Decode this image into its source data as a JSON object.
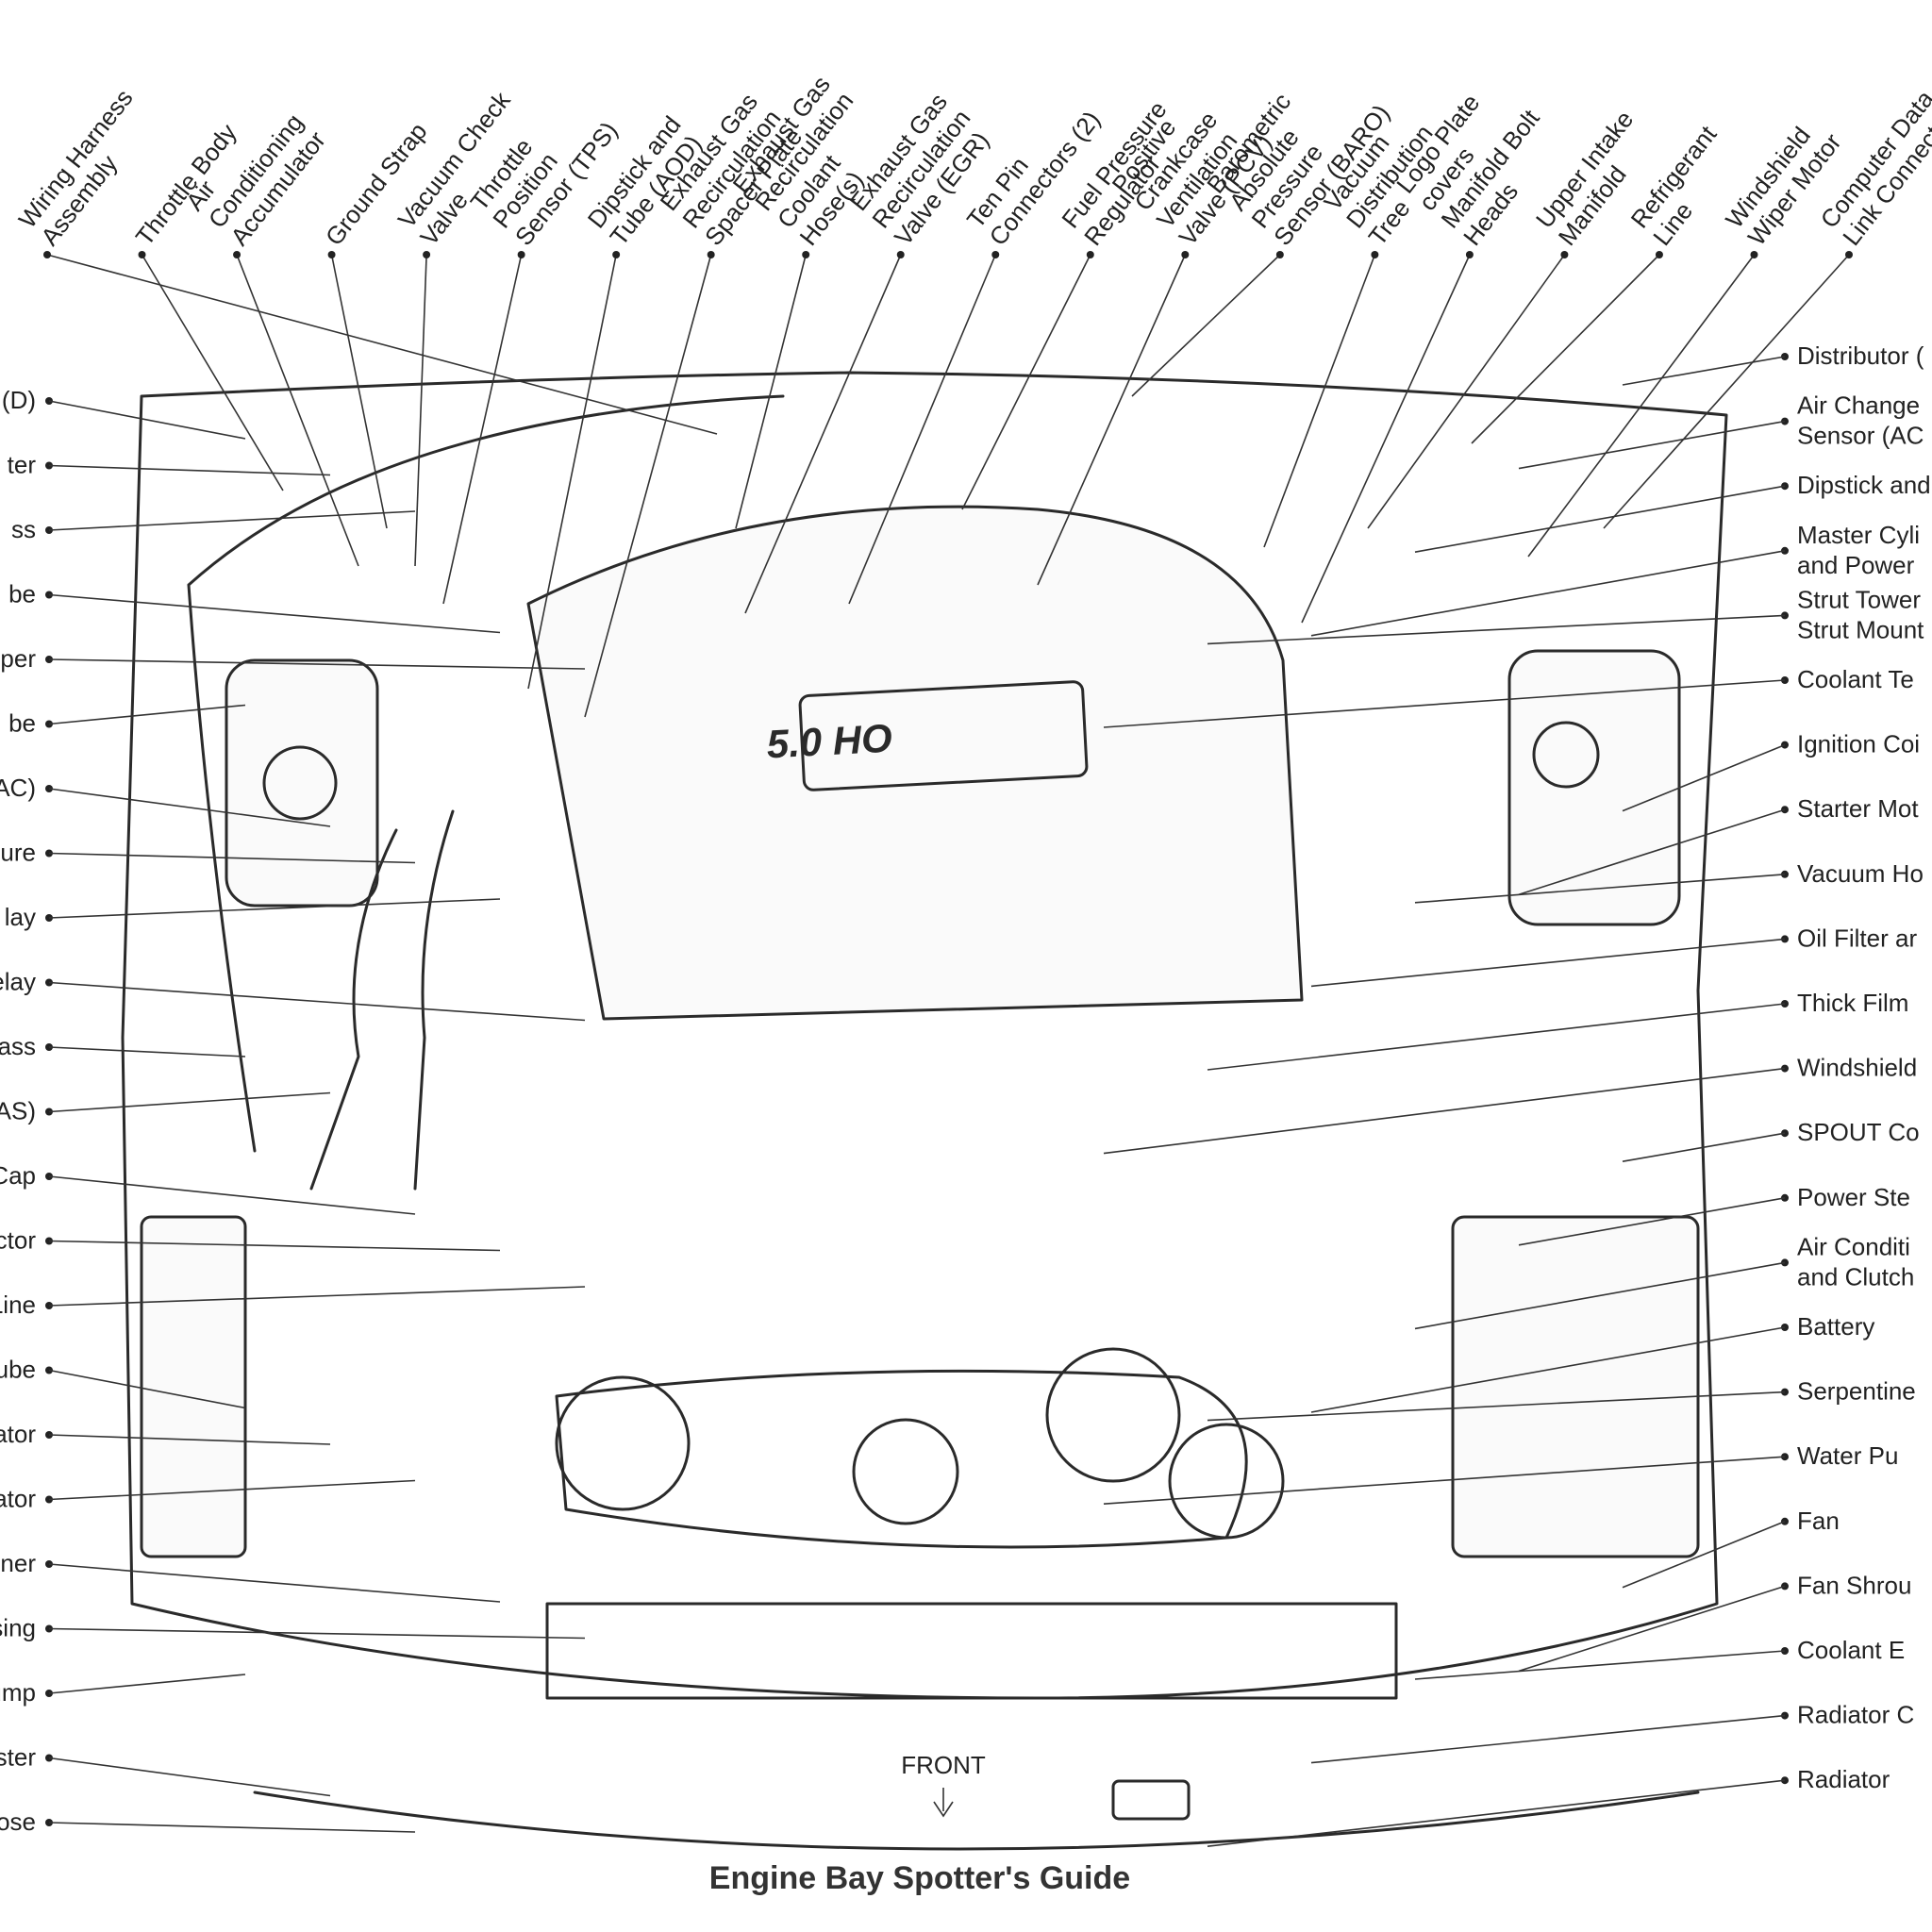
{
  "title": "Engine Bay Spotter's Guide",
  "front_label": "FRONT",
  "badge": "5.0 HO",
  "top_labels": [
    "Wiring Harness Assembly",
    "Throttle Body",
    "Air Conditioning Accumulator",
    "Ground Strap",
    "Vacuum Check Valve",
    "Throttle Position Sensor (TPS)",
    "Dipstick and Tube (AOD)",
    "Exhaust Gas Recirculation Spacer Plate",
    "Exhaust Gas Recirculation Coolant Hose(s)",
    "Exhaust Gas Recirculation Valve (EGR)",
    "Ten Pin Connectors (2)",
    "Fuel Pressure Regulator",
    "Positive Crankcase Ventilation Valve (PCV)",
    "Barometric Absolute Pressure Sensor (BARO)",
    "Vacuum Distribution Tree",
    "Logo Plate covers Manifold Bolt Heads",
    "Upper Intake Manifold",
    "Refrigerant Line",
    "Windshield Wiper Motor",
    "Computer Data Link Connector"
  ],
  "left_labels": [
    "(D)",
    "ter",
    "ss",
    "be",
    "per",
    "be",
    "AC)",
    "ure",
    "lay",
    "elay",
    "ass",
    "AS)",
    "Cap",
    "ctor",
    "Line",
    "Tube",
    "ator",
    "ator",
    "oner",
    "sing",
    "ump",
    "nister",
    "Hose"
  ],
  "right_labels": [
    "Distributor (",
    "Air Change Sensor (AC",
    "Dipstick and",
    "Master Cyli and Power",
    "Strut Tower Strut Mount",
    "Coolant Te",
    "Ignition Coi",
    "Starter Mot",
    "Vacuum Ho",
    "Oil Filter ar",
    "Thick Film",
    "Windshield",
    "SPOUT Co",
    "Power Ste",
    "Air Conditi and Clutch",
    "Battery",
    "Serpentine",
    "Water Pu",
    "Fan",
    "Fan Shrou",
    "Coolant E",
    "Radiator C",
    "Radiator"
  ]
}
